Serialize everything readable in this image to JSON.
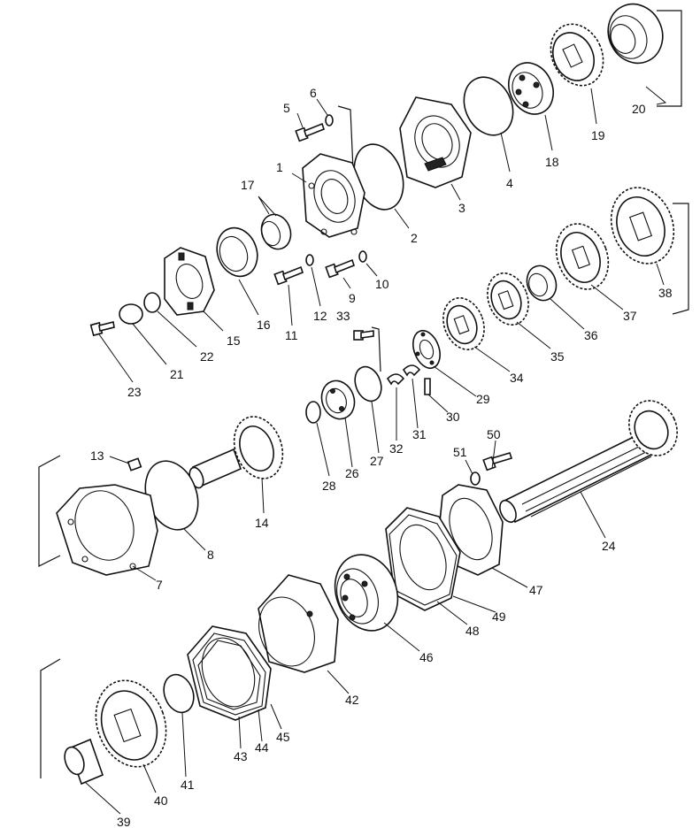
{
  "callouts": {
    "n1": "1",
    "n2": "2",
    "n3": "3",
    "n4": "4",
    "n5": "5",
    "n6": "6",
    "n7": "7",
    "n8": "8",
    "n9": "9",
    "n10": "10",
    "n11": "11",
    "n12": "12",
    "n13": "13",
    "n14": "14",
    "n15": "15",
    "n16": "16",
    "n17": "17",
    "n18": "18",
    "n19": "19",
    "n20": "20",
    "n21": "21",
    "n22": "22",
    "n23": "23",
    "n24": "24",
    "n26": "26",
    "n27": "27",
    "n28": "28",
    "n29": "29",
    "n30": "30",
    "n31": "31",
    "n32": "32",
    "n33": "33",
    "n34": "34",
    "n35": "35",
    "n36": "36",
    "n37": "37",
    "n38": "38",
    "n39": "39",
    "n40": "40",
    "n41": "41",
    "n42": "42",
    "n43": "43",
    "n44": "44",
    "n45": "45",
    "n46": "46",
    "n47": "47",
    "n48": "48",
    "n49": "49",
    "n50": "50",
    "n51": "51"
  },
  "colors": {
    "ink": "#111111",
    "paper": "#ffffff"
  }
}
